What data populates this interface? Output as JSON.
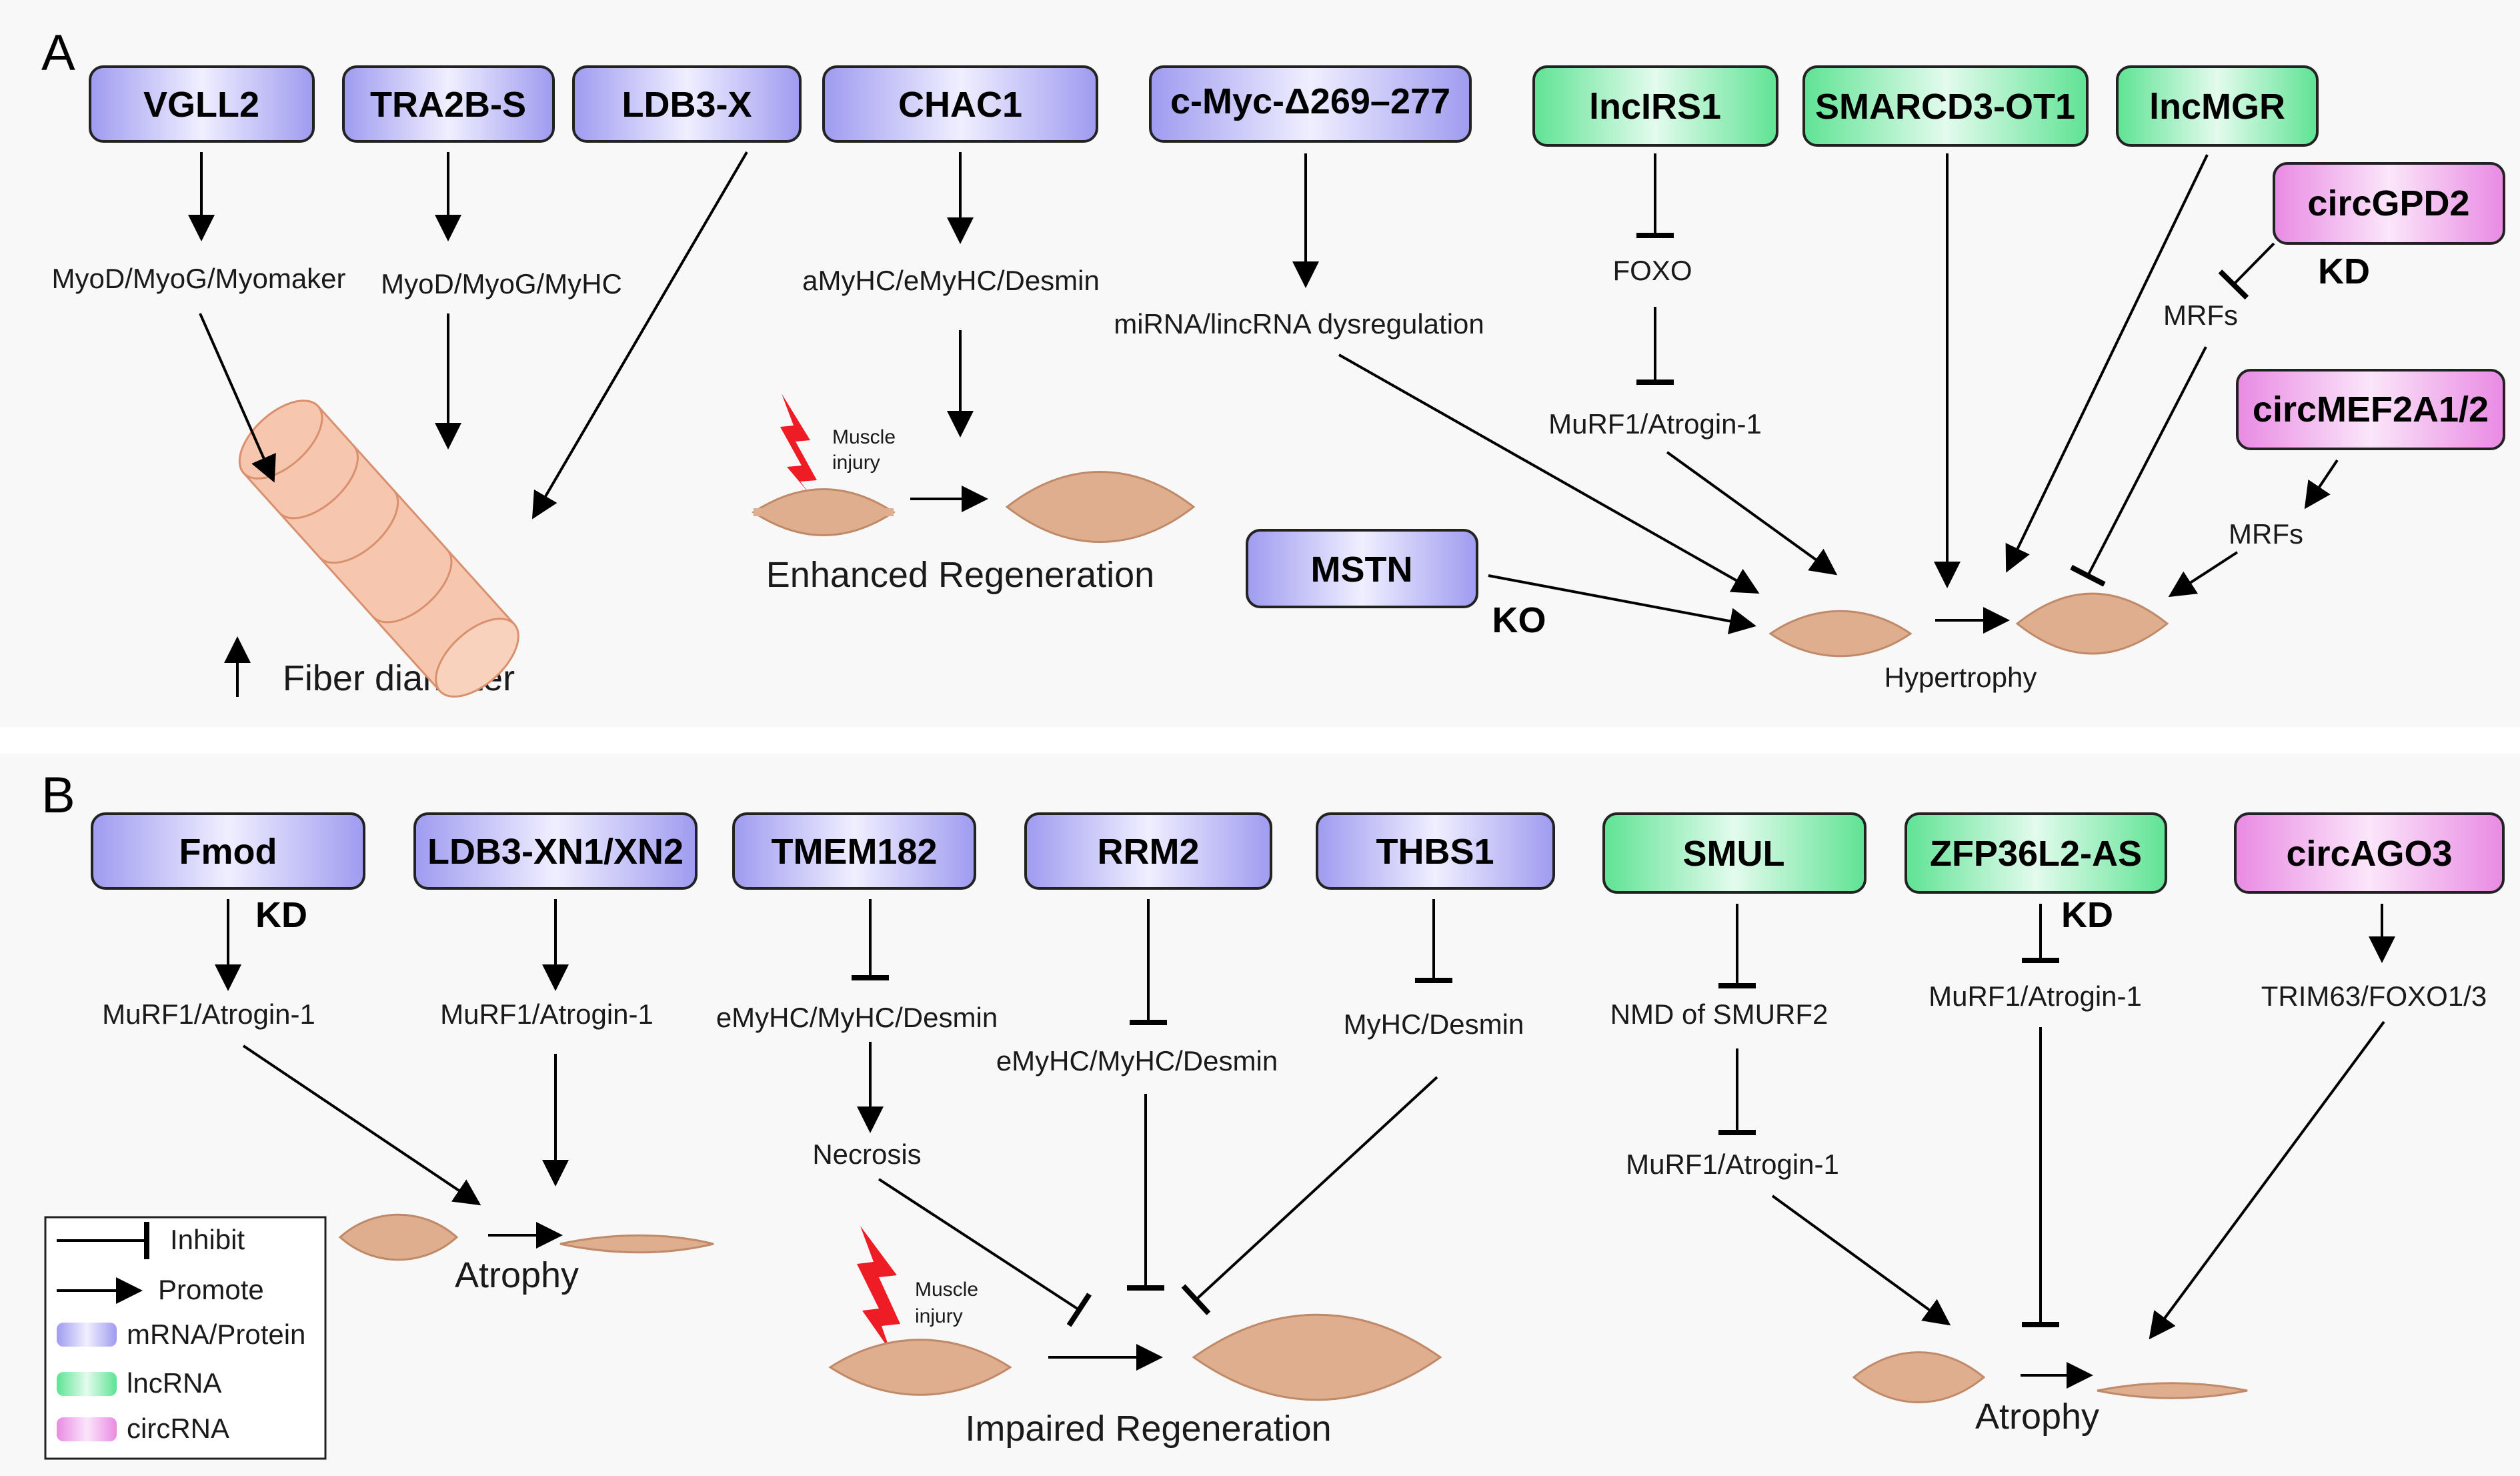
{
  "panels": {
    "a": "A",
    "b": "B"
  },
  "colors": {
    "mrna_protein": "#b9b6f5",
    "lncrna": "#84ecb0",
    "circrna": "#ee9fe8",
    "muscle": "#deae8f",
    "fiber": "#f6c7ae",
    "lightning": "#ee1c24",
    "panel_bg": "#f8f8f8"
  },
  "panel_a": {
    "nodes": {
      "vgll2": "VGLL2",
      "tra2b": "TRA2B-S",
      "ldb3x": "LDB3-X",
      "chac1": "CHAC1",
      "cmyc": "c-Myc-Δ269–277",
      "lncirs1": "lncIRS1",
      "smarcd3": "SMARCD3-OT1",
      "lncmgr": "lncMGR",
      "circgpd2": "circGPD2",
      "circmef2a": "circMEF2A1/2",
      "mstn": "MSTN"
    },
    "labels": {
      "myod_myomaker": "MyoD/MyoG/Myomaker",
      "myod_myhc": "MyoD/MyoG/MyHC",
      "amyhc": "aMyHC/eMyHC/Desmin",
      "mirna": "miRNA/lincRNA dysregulation",
      "foxo": "FOXO",
      "murf1": "MuRF1/Atrogin-1",
      "mrfs_top": "MRFs",
      "mrfs_bottom": "MRFs",
      "kd": "KD",
      "ko": "KO",
      "muscle_injury": [
        "Muscle",
        "injury"
      ],
      "enhanced_regeneration": "Enhanced Regeneration",
      "fiber_diameter": "Fiber diameter",
      "hypertrophy": "Hypertrophy"
    }
  },
  "panel_b": {
    "nodes": {
      "fmod": "Fmod",
      "ldb3xn": "LDB3-XN1/XN2",
      "tmem182": "TMEM182",
      "rrm2": "RRM2",
      "thbs1": "THBS1",
      "smul": "SMUL",
      "zfp36l2": "ZFP36L2-AS",
      "circago3": "circAGO3"
    },
    "labels": {
      "kd_fmod": "KD",
      "kd_zfp": "KD",
      "murf1_fmod": "MuRF1/Atrogin-1",
      "murf1_ldb3": "MuRF1/Atrogin-1",
      "emyhc_tmem": "eMyHC/MyHC/Desmin",
      "emyhc_rrm2": "eMyHC/MyHC/Desmin",
      "myhc_desmin": "MyHC/Desmin",
      "necrosis": "Necrosis",
      "nmd": "NMD of SMURF2",
      "murf1_smul": "MuRF1/Atrogin-1",
      "murf1_zfp": "MuRF1/Atrogin-1",
      "trim63": "TRIM63/FOXO1/3",
      "atrophy_left": "Atrophy",
      "atrophy_right": "Atrophy",
      "impaired_regeneration": "Impaired Regeneration",
      "muscle_injury": [
        "Muscle",
        "injury"
      ]
    }
  },
  "legend": {
    "inhibit": "Inhibit",
    "promote": "Promote",
    "mrna_protein": "mRNA/Protein",
    "lncrna": "lncRNA",
    "circrna": "circRNA"
  }
}
